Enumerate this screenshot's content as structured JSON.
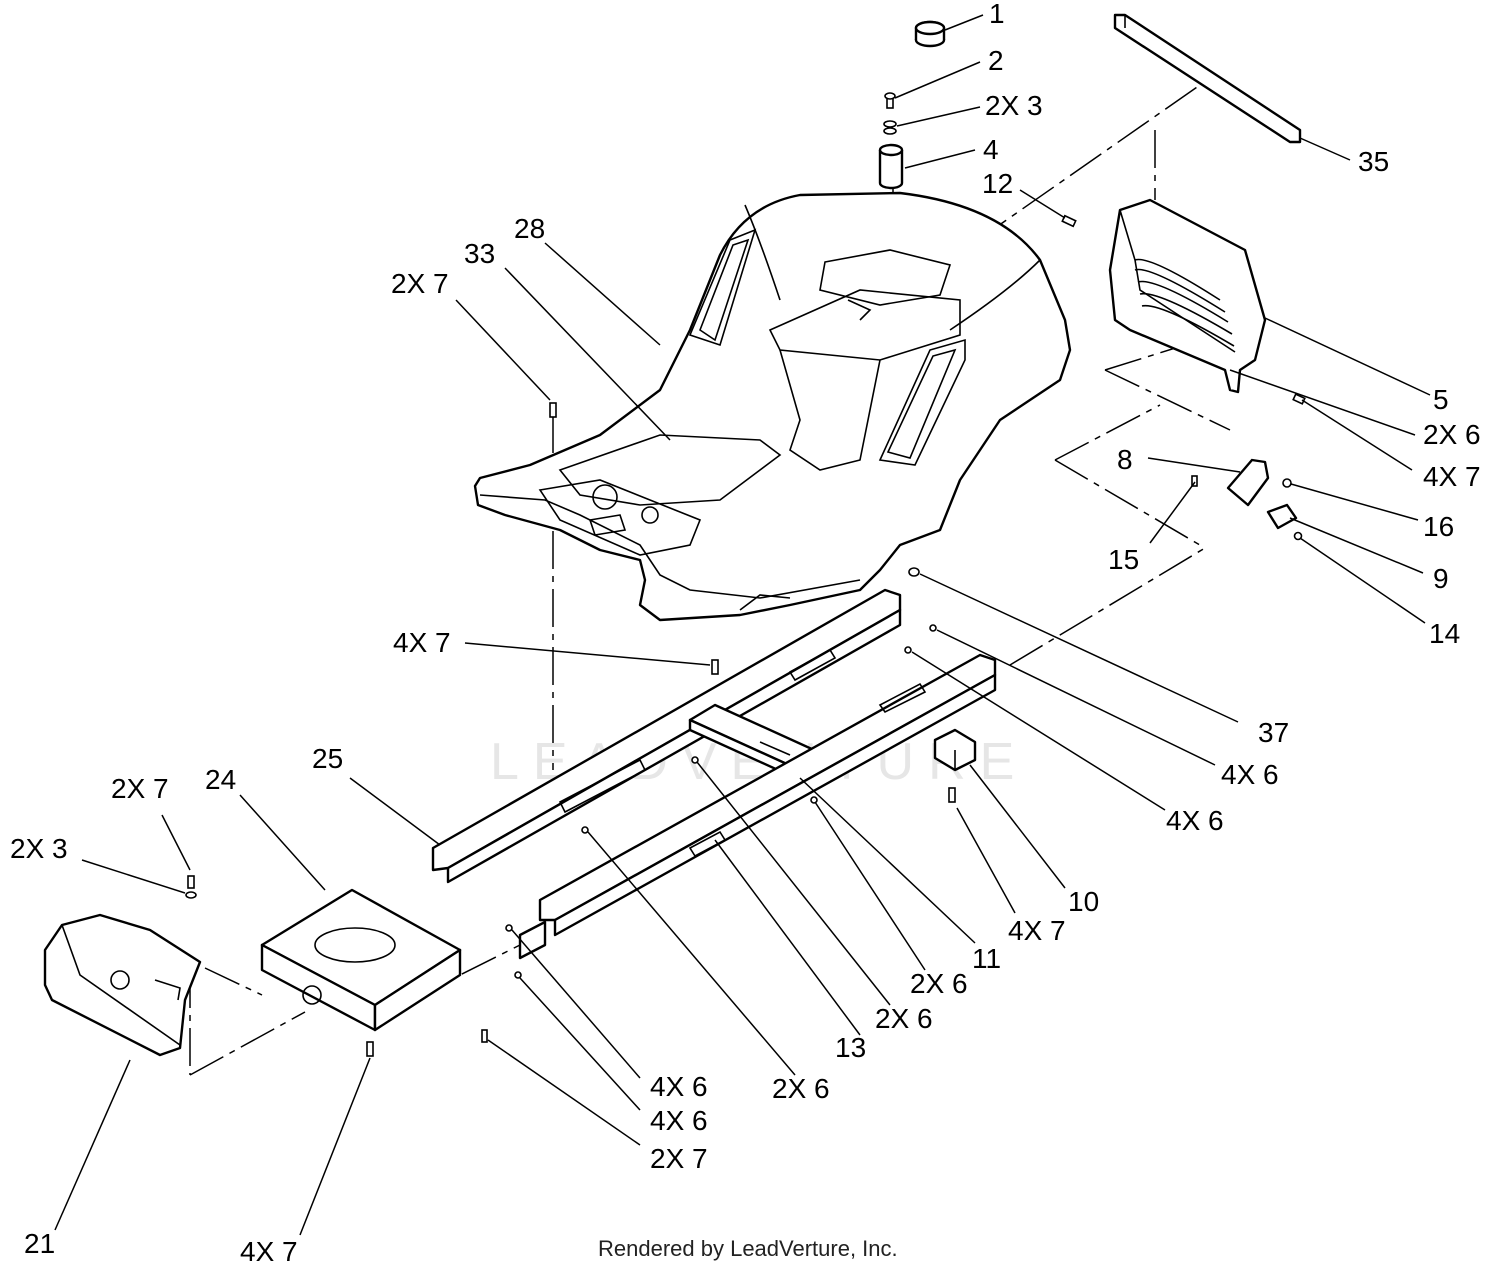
{
  "diagram": {
    "credit": "Rendered by LeadVerture, Inc.",
    "watermark": "LEADVENTURE",
    "callouts": [
      {
        "id": "c1",
        "text": "1"
      },
      {
        "id": "c2",
        "text": "2"
      },
      {
        "id": "c3",
        "text": "2X 3"
      },
      {
        "id": "c4",
        "text": "4"
      },
      {
        "id": "c5",
        "text": "12"
      },
      {
        "id": "c6",
        "text": "35"
      },
      {
        "id": "c7",
        "text": "28"
      },
      {
        "id": "c8",
        "text": "33"
      },
      {
        "id": "c9",
        "text": "2X 7"
      },
      {
        "id": "c10",
        "text": "5"
      },
      {
        "id": "c11",
        "text": "2X 6"
      },
      {
        "id": "c12",
        "text": "4X 7"
      },
      {
        "id": "c13",
        "text": "8"
      },
      {
        "id": "c14",
        "text": "16"
      },
      {
        "id": "c15",
        "text": "15"
      },
      {
        "id": "c16",
        "text": "9"
      },
      {
        "id": "c17",
        "text": "14"
      },
      {
        "id": "c18",
        "text": "4X 7"
      },
      {
        "id": "c19",
        "text": "37"
      },
      {
        "id": "c20",
        "text": "4X 6"
      },
      {
        "id": "c21",
        "text": "4X 6"
      },
      {
        "id": "c22",
        "text": "25"
      },
      {
        "id": "c23",
        "text": "24"
      },
      {
        "id": "c24",
        "text": "2X 7"
      },
      {
        "id": "c25",
        "text": "2X 3"
      },
      {
        "id": "c26",
        "text": "10"
      },
      {
        "id": "c27",
        "text": "4X 7"
      },
      {
        "id": "c28",
        "text": "11"
      },
      {
        "id": "c29",
        "text": "2X 6"
      },
      {
        "id": "c30",
        "text": "2X 6"
      },
      {
        "id": "c31",
        "text": "13"
      },
      {
        "id": "c32",
        "text": "2X 6"
      },
      {
        "id": "c33",
        "text": "4X 6"
      },
      {
        "id": "c34",
        "text": "4X 6"
      },
      {
        "id": "c35",
        "text": "2X 7"
      },
      {
        "id": "c36",
        "text": "21"
      },
      {
        "id": "c37",
        "text": "4X 7"
      }
    ]
  }
}
